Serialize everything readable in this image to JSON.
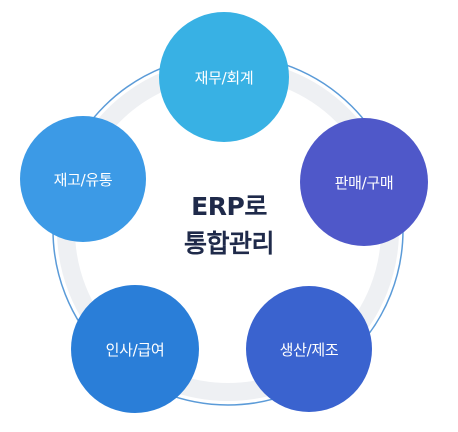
{
  "center": {
    "line1": "ERP로",
    "line2": "통합관리"
  },
  "modules": {
    "finance": "재무/회계",
    "sales": "판매/구매",
    "production": "생산/제조",
    "hr": "인사/급여",
    "inventory": "재고/유통"
  },
  "colors": {
    "finance": "#38b1e4",
    "sales": "#4f58c9",
    "production": "#3a63cf",
    "hr": "#2a7ed8",
    "inventory": "#3c9ae6",
    "center_text": "#1f2a4a",
    "outer_ring": "#5b9bd8",
    "inner_ring": "#eef0f3"
  }
}
